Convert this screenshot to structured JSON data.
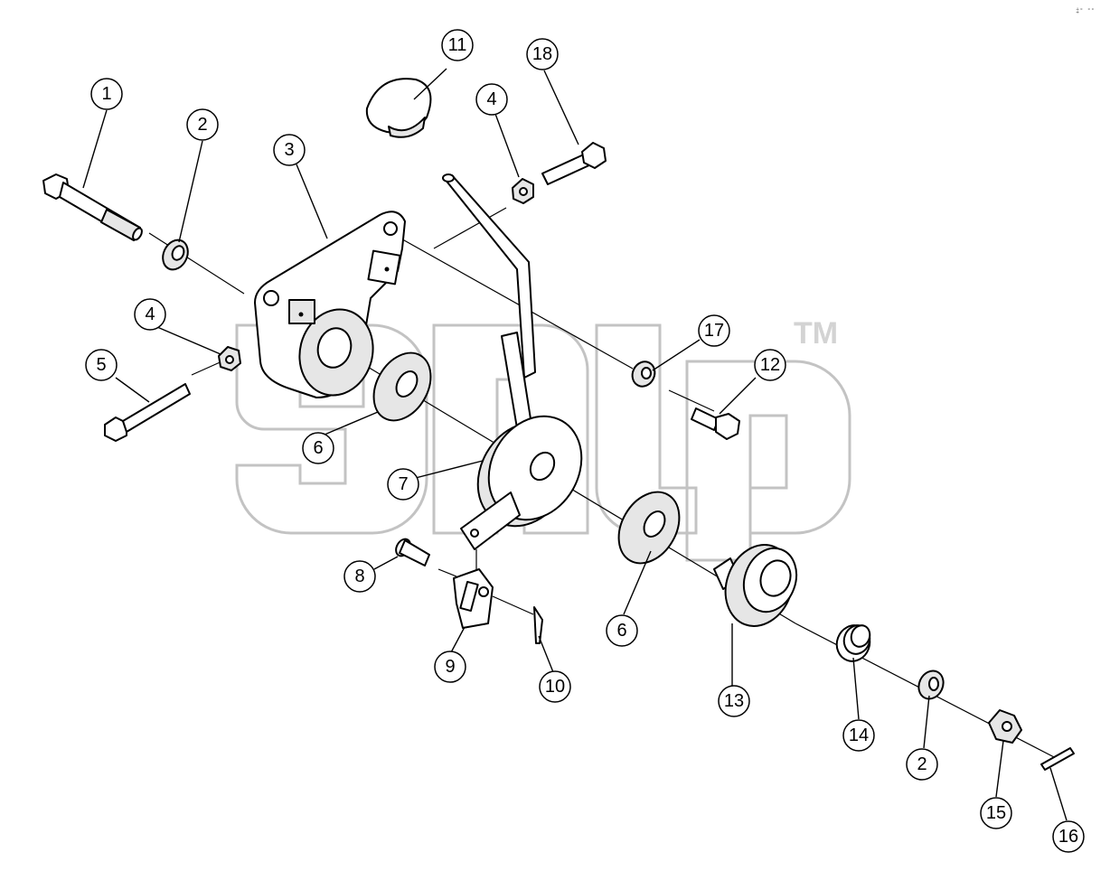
{
  "watermark": {
    "text": "   ",
    "trademark": "TM"
  },
  "corner_mark": "‡° °°",
  "callouts": [
    "1",
    "2",
    "3",
    "4",
    "5",
    "4",
    "6",
    "7",
    "8",
    "9",
    "10",
    "11",
    "18",
    "17",
    "12",
    "6",
    "13",
    "14",
    "2",
    "15",
    "16"
  ]
}
